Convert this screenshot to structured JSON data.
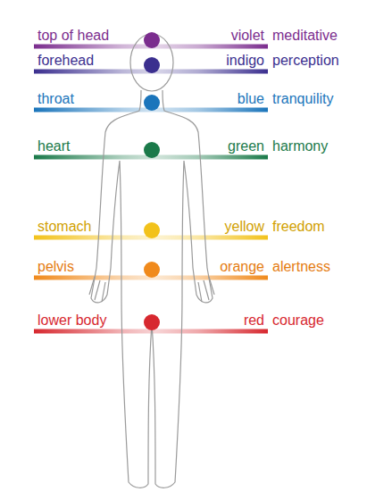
{
  "diagram": {
    "labels": [
      "top of head",
      "violet",
      "meditative",
      "forehead",
      "indigo",
      "perception",
      "throat",
      "blue",
      "tranquility",
      "heart",
      "green",
      "harmony",
      "stomach",
      "yellow",
      "freedom",
      "pelvis",
      "orange",
      "alertness",
      "lower body",
      "red",
      "courage"
    ]
  }
}
